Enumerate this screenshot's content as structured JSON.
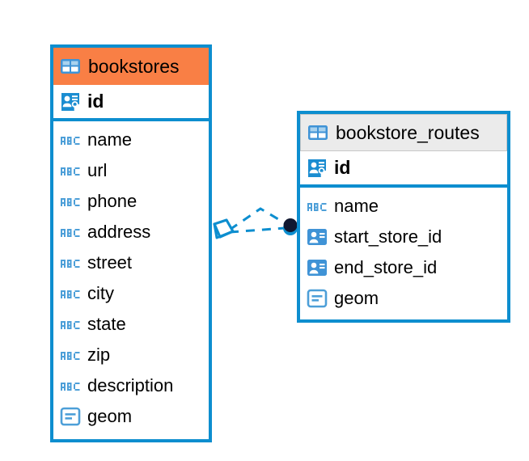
{
  "diagram": {
    "type": "entity-relationship-diagram",
    "background": "#ffffff",
    "colors": {
      "accent_blue": "#0d8ecf",
      "header_orange": "#f97f45",
      "header_grey": "#ebebeb",
      "text": "#000000",
      "endpoint_dark": "#101830"
    }
  },
  "entities": [
    {
      "name": "bookstores",
      "header_style": "orange",
      "primary_key": {
        "label": "id",
        "icon": "primary-key-icon"
      },
      "columns": [
        {
          "label": "name",
          "icon": "abc-text-icon"
        },
        {
          "label": "url",
          "icon": "abc-text-icon"
        },
        {
          "label": "phone",
          "icon": "abc-text-icon"
        },
        {
          "label": "address",
          "icon": "abc-text-icon"
        },
        {
          "label": "street",
          "icon": "abc-text-icon"
        },
        {
          "label": "city",
          "icon": "abc-text-icon"
        },
        {
          "label": "state",
          "icon": "abc-text-icon"
        },
        {
          "label": "zip",
          "icon": "abc-text-icon"
        },
        {
          "label": "description",
          "icon": "abc-text-icon"
        },
        {
          "label": "geom",
          "icon": "geometry-icon"
        }
      ]
    },
    {
      "name": "bookstore_routes",
      "header_style": "grey",
      "primary_key": {
        "label": "id",
        "icon": "primary-key-icon"
      },
      "columns": [
        {
          "label": "name",
          "icon": "abc-text-icon"
        },
        {
          "label": "start_store_id",
          "icon": "foreign-key-icon"
        },
        {
          "label": "end_store_id",
          "icon": "foreign-key-icon"
        },
        {
          "label": "geom",
          "icon": "geometry-icon"
        }
      ]
    }
  ],
  "relationship": {
    "from_entity": "bookstores",
    "to_entity": "bookstore_routes",
    "line_style": "dashed",
    "source_marker": "open-diamond-icon",
    "target_marker": "filled-circle-icon"
  }
}
